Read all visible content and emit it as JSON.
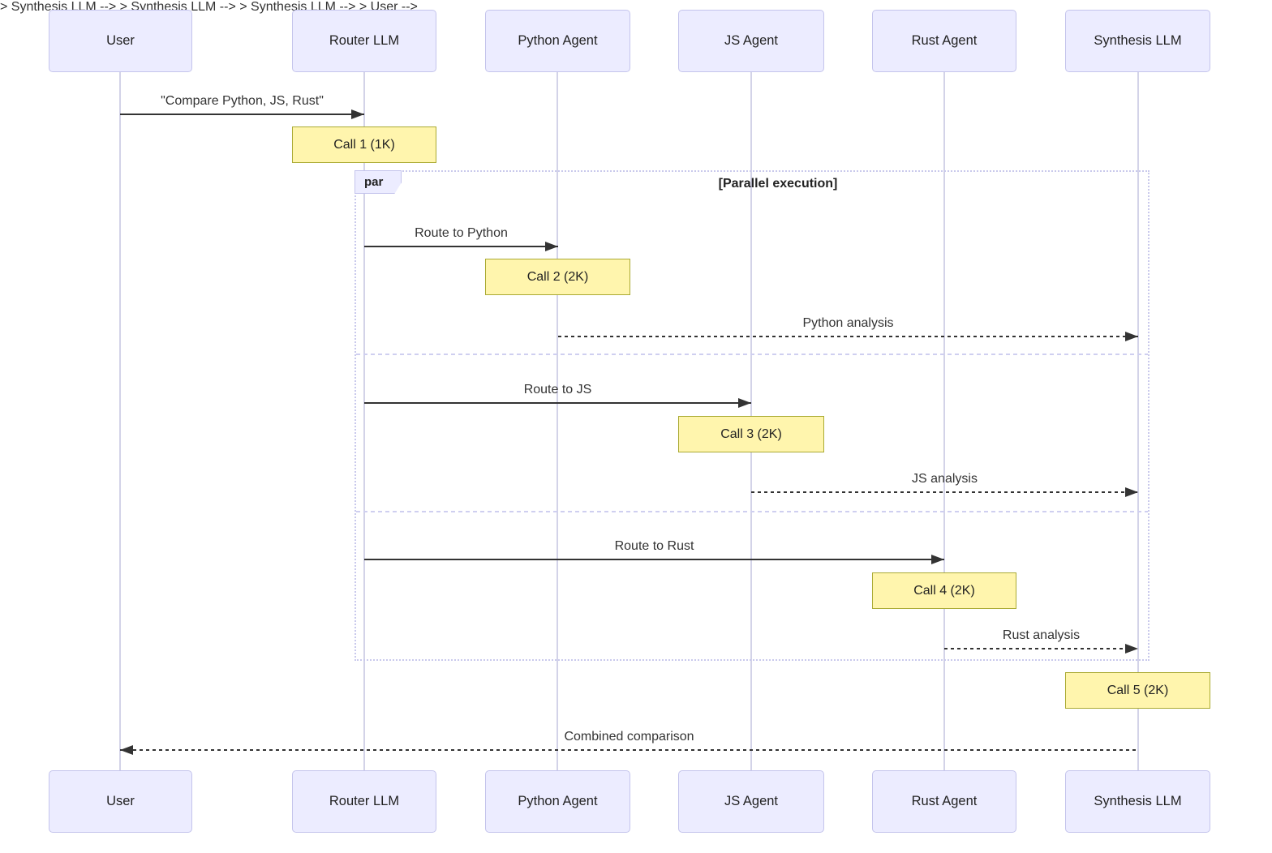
{
  "diagram_type": "sequence-diagram",
  "participants": [
    "User",
    "Router LLM",
    "Python Agent",
    "JS Agent",
    "Rust Agent",
    "Synthesis LLM"
  ],
  "messages": {
    "user_to_router": "\"Compare Python, JS, Rust\"",
    "route_python": "Route to Python",
    "python_analysis": "Python analysis",
    "route_js": "Route to JS",
    "js_analysis": "JS analysis",
    "route_rust": "Route to Rust",
    "rust_analysis": "Rust analysis",
    "combined": "Combined comparison"
  },
  "notes": {
    "call1": "Call 1 (1K)",
    "call2": "Call 2 (2K)",
    "call3": "Call 3 (2K)",
    "call4": "Call 4 (2K)",
    "call5": "Call 5 (2K)"
  },
  "par": {
    "label": "par",
    "condition": "[Parallel execution]"
  },
  "colors": {
    "actor_fill": "#ECECFF",
    "actor_border": "#C4C4EC",
    "note_fill": "#FFF5AD",
    "note_border": "#AAAA33",
    "line": "#333333",
    "lifeline": "#D3D3E8"
  }
}
